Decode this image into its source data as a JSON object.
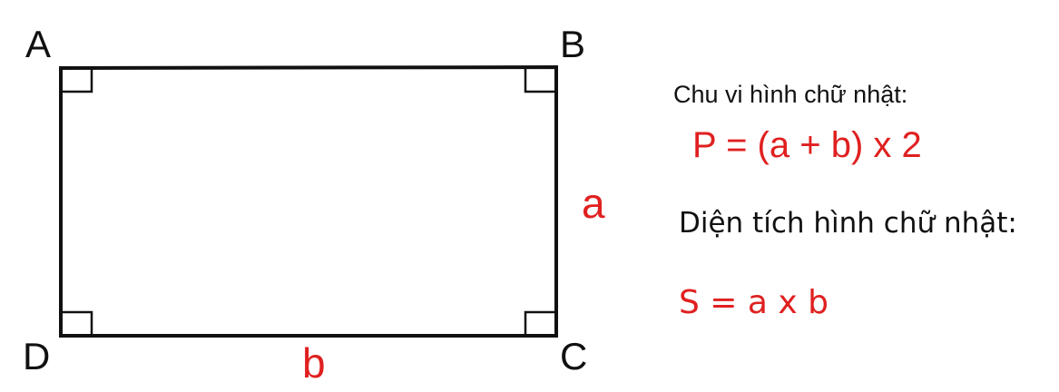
{
  "diagram": {
    "vertices": {
      "a": "A",
      "b": "B",
      "c": "C",
      "d": "D"
    },
    "sides": {
      "vertical": "a",
      "horizontal": "b"
    },
    "colors": {
      "shape": "#111111",
      "highlight": "#e02020"
    }
  },
  "formulas": {
    "perimeter": {
      "title": "Chu vi hình chữ nhật:",
      "formula": "P = (a + b) x 2"
    },
    "area": {
      "title": "Diện tích hình chữ nhật:",
      "formula": "S = a x b"
    }
  }
}
